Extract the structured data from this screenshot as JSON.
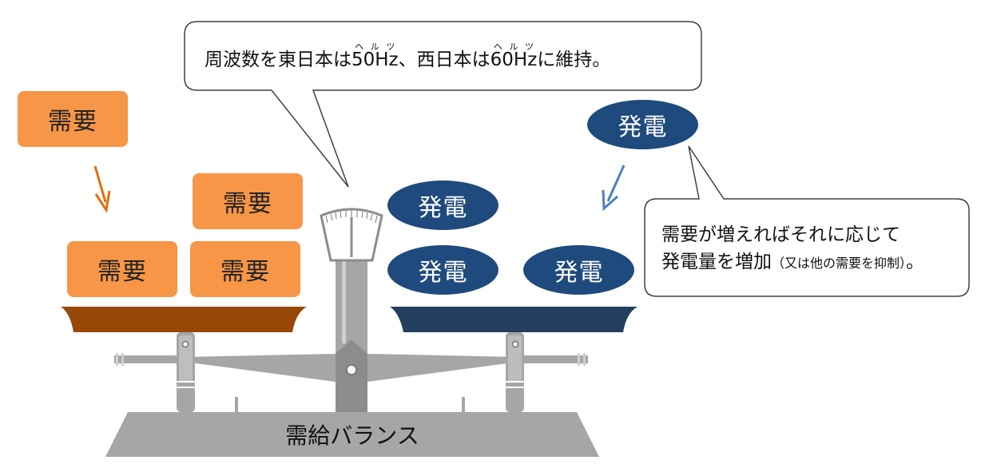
{
  "callout_top": {
    "part1": "周波数を東日本は",
    "ruby1_base": "50Hz",
    "ruby1_reading": "ヘルツ",
    "part2": "、西日本は",
    "ruby2_base": "60Hz",
    "ruby2_reading": "ヘルツ",
    "part3": "に維持。"
  },
  "callout_right": {
    "line1": "需要が増えればそれに応じて",
    "line2_main": "発電量を増加",
    "line2_small": "（又は他の需要を抑制）",
    "line2_end": "。"
  },
  "demand_label": "需要",
  "generation_label": "発電",
  "base_label": "需給バランス",
  "colors": {
    "demand_box": "#f79646",
    "demand_pan": "#974706",
    "generation_ellipse": "#1f4a7d",
    "generation_pan": "#243f60",
    "arrow_orange": "#e36c0a",
    "arrow_blue": "#4f81bd",
    "scale_gray": "#a6a6a6"
  }
}
